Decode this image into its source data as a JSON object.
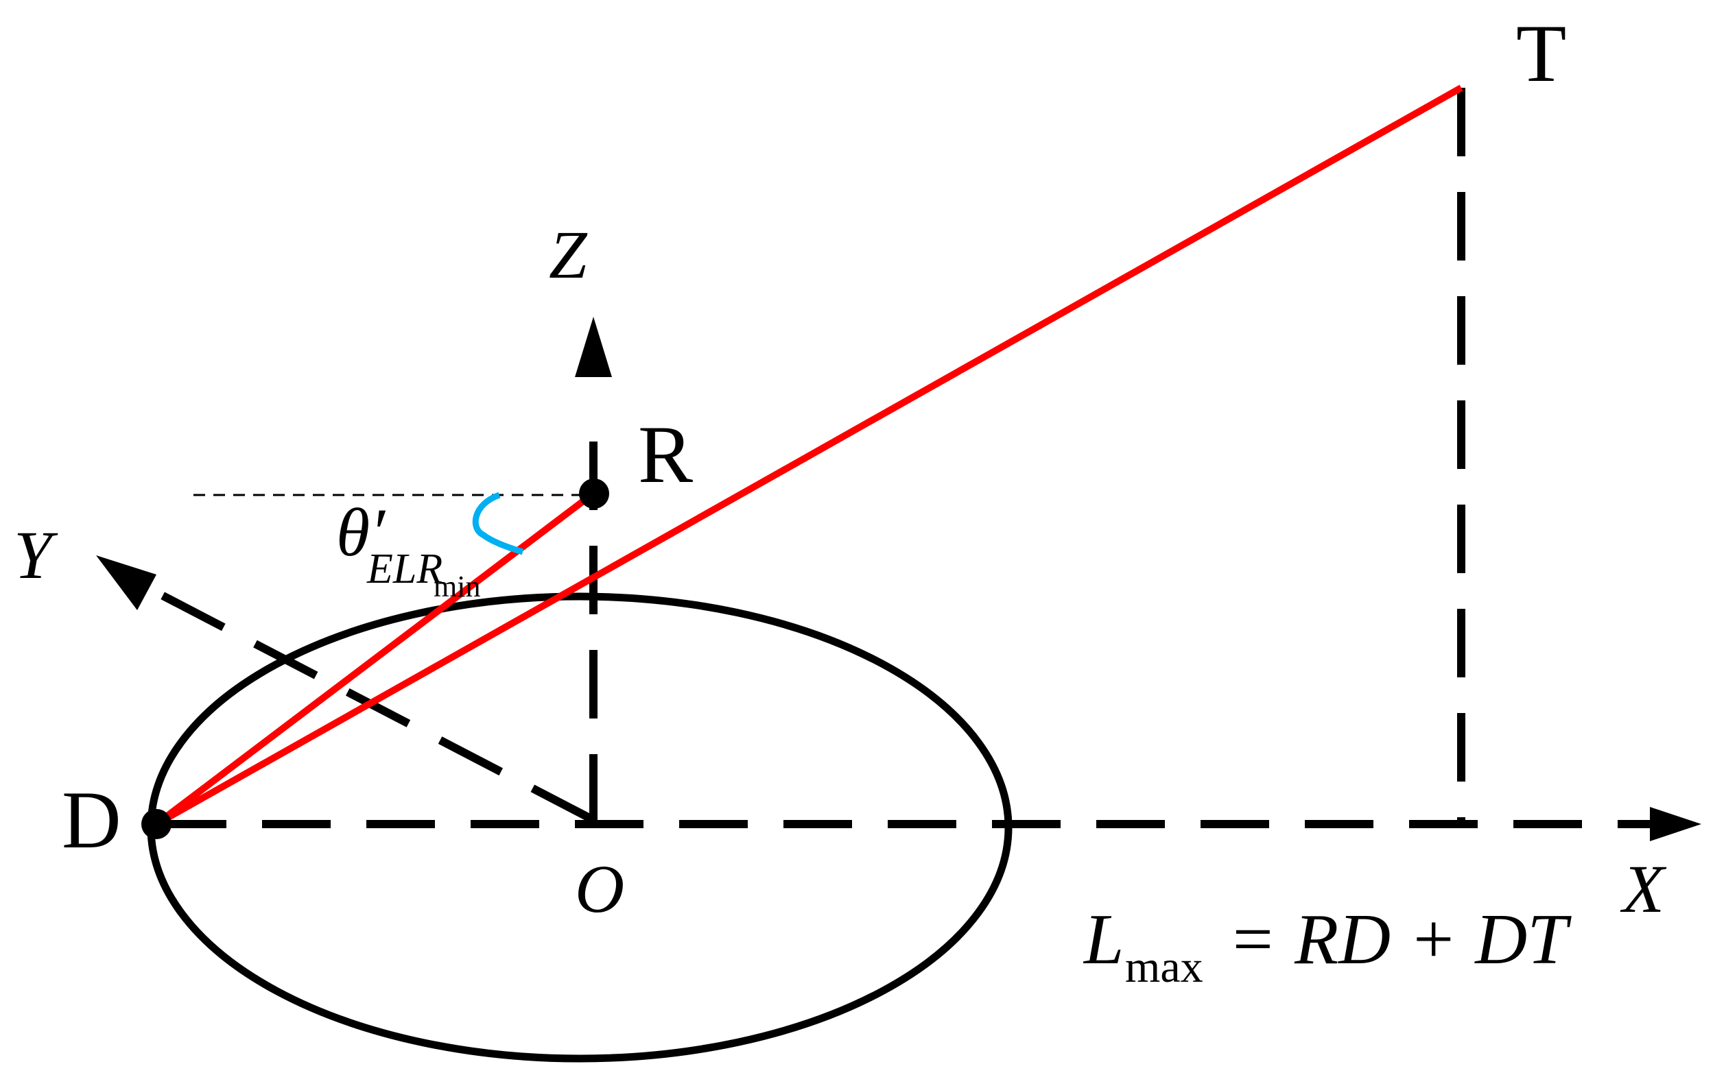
{
  "points": {
    "T": "T",
    "R": "R",
    "D": "D",
    "O": "O"
  },
  "axes": {
    "x": "X",
    "y": "Y",
    "z": "Z"
  },
  "angle": {
    "symbol": "θ′",
    "subscript": "ELR",
    "sub_subscript": "min"
  },
  "equation": {
    "lhs_symbol": "L",
    "lhs_subscript": "max",
    "rhs": "= RD + DT"
  },
  "colors": {
    "ray": "#ff0000",
    "angle_arc": "#00b0f0",
    "ink": "#000000"
  }
}
